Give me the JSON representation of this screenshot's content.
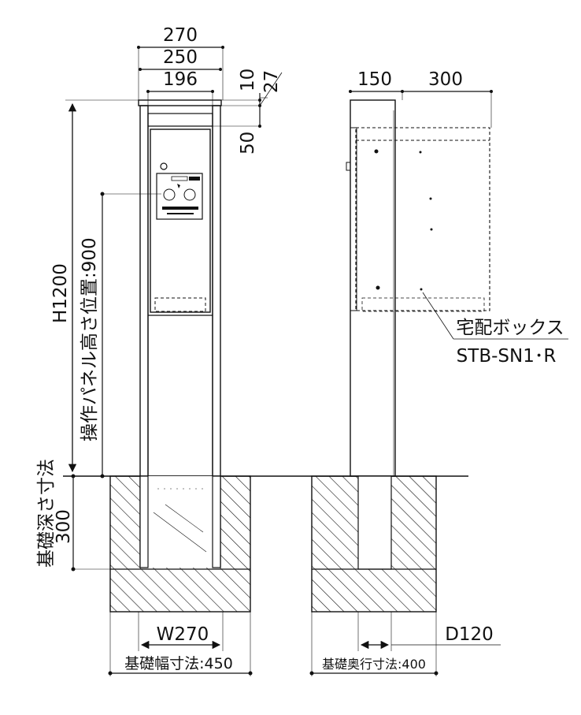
{
  "front": {
    "width_total": "270",
    "width_body": "250",
    "width_panel": "196",
    "dim_10": "10",
    "dim_27": "27",
    "dim_50": "50",
    "height": "H1200",
    "panel_height": "操作パネル高さ位置:900",
    "foundation_depth_label": "基礎深さ寸法",
    "foundation_depth_value": "300",
    "width_w": "W270",
    "foundation_width": "基礎幅寸法:450"
  },
  "side": {
    "depth_post": "150",
    "depth_box": "300",
    "box_label": "宅配ボックス",
    "box_model": "STB-SN1･R",
    "depth_d": "D120",
    "foundation_depth": "基礎奥行寸法:400"
  },
  "colors": {
    "line": "#111111",
    "panel": "#ffffff"
  }
}
